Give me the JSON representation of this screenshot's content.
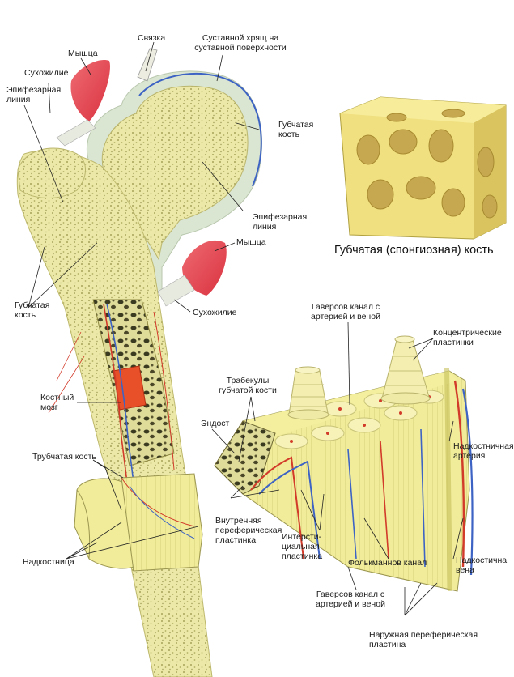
{
  "labels": {
    "svyazka": "Связка",
    "sustavnoy_hryasch": "Суставной хрящ на\nсуставной поверхности",
    "myshca_top": "Мышца",
    "suhozhilie_top": "Сухожилие",
    "epifiz_line_left": "Эпифезарная\nлиния",
    "gubchataya_kost_right": "Губчатая\nкость",
    "epifiz_line_right": "Эпифезарная\nлиния",
    "myshca_mid": "Мышца",
    "gubchataya_kost_left": "Губчатая\nкость",
    "suhozhilie_mid": "Сухожилие",
    "spongy_title": "Губчатая (спонгиозная) кость",
    "gaversov_top": "Гаверсов канал с\nартерией и веной",
    "koncentricheskie": "Концентрические\nпластинки",
    "trabekuly": "Трабекулы\nгубчатой кости",
    "kostnyi_mozg": "Костный\nмозг",
    "endost": "Эндост",
    "nadkostnichnaya_arteriya": "Надкостничная\nартерия",
    "trubchataya_kost": "Трубчатая кость",
    "vnutrennyaya": "Внутренняя\nпереферическая\nпластинка",
    "intersticialnaya": "Интерсти-\nциальная\nпластинка",
    "folkmannov": "Фолькманнов канал",
    "nadkostnichnaya_vena": "Надкостична\nвена",
    "nadkostnica": "Надкостница",
    "gaversov_bottom": "Гаверсов канал с\nартерией и веной",
    "naruzhnaya": "Наружная переферическая\nпластина"
  },
  "colors": {
    "bone": "#e9e6a0",
    "bone_dark": "#c9c36a",
    "cartilage": "#e3ecdc",
    "muscle": "#e8505c",
    "marrow": "#e8502a",
    "artery": "#d23a2a",
    "vein": "#3d63c4",
    "line": "#222222"
  }
}
